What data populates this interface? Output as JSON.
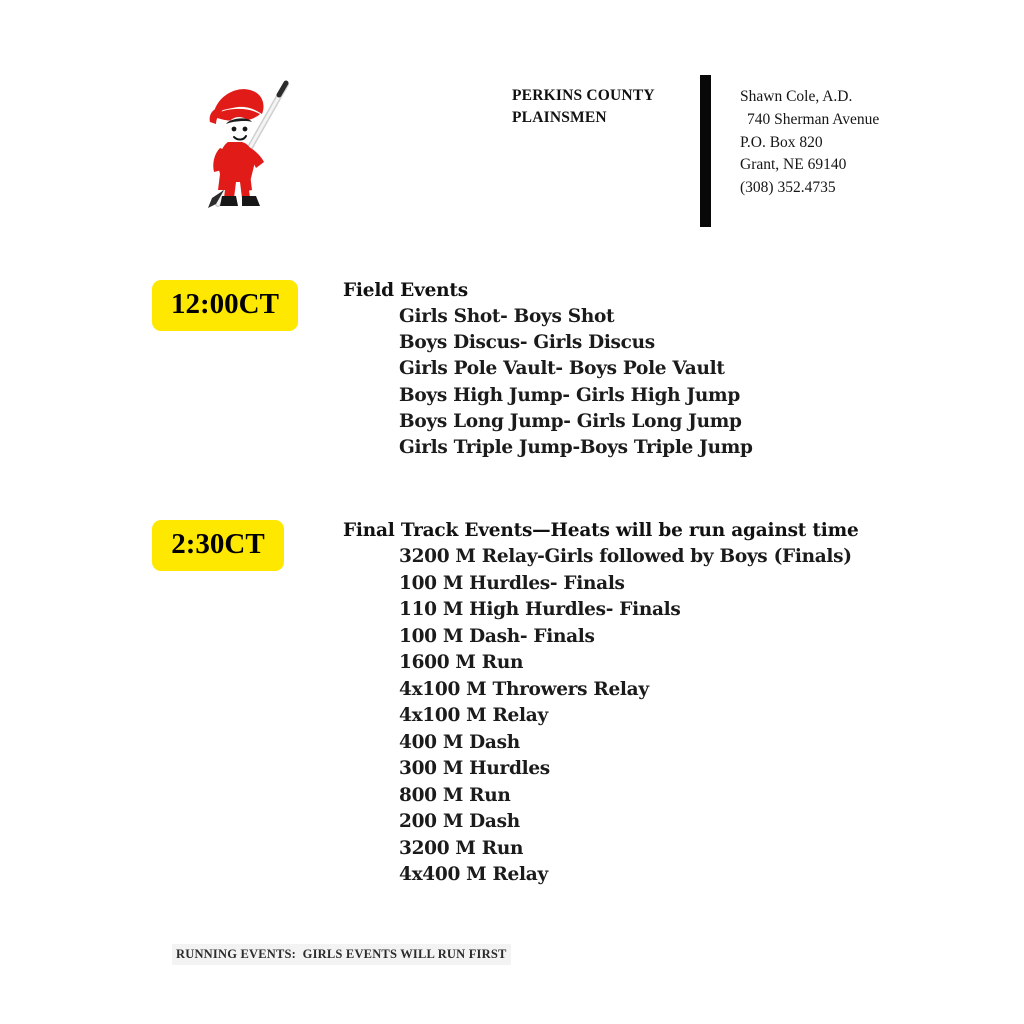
{
  "letterhead": {
    "logo_icon": "plainsman-mascot-logo",
    "org_name_line1": "PERKINS COUNTY",
    "org_name_line2": "PLAINSMEN",
    "address": {
      "name": "Shawn Cole, A.D.",
      "street": "740 Sherman Avenue",
      "po_box": "P.O. Box 820",
      "city_state_zip": "Grant, NE 69140",
      "phone": "(308) 352.4735"
    }
  },
  "schedule": {
    "field_block": {
      "time": "12:00CT",
      "heading": "Field Events",
      "events": [
        "Girls Shot- Boys Shot",
        "Boys Discus- Girls Discus",
        "Girls Pole Vault- Boys Pole Vault",
        "Boys High Jump- Girls High Jump",
        "Boys Long Jump- Girls Long Jump",
        "Girls Triple Jump-Boys Triple Jump"
      ]
    },
    "track_block": {
      "time": "2:30CT",
      "heading": "Final Track Events—Heats will be run against time",
      "events": [
        "3200 M Relay-Girls followed by Boys (Finals)",
        "100 M Hurdles- Finals",
        "110 M High Hurdles- Finals",
        "100 M Dash- Finals",
        "1600 M Run",
        "4x100 M Throwers Relay",
        "4x100 M Relay",
        "400 M Dash",
        "300 M Hurdles",
        "800 M Run",
        "200 M Dash",
        "3200 M Run",
        "4x400 M Relay"
      ]
    }
  },
  "footer": {
    "note": "RUNNING EVENTS:  GIRLS EVENTS WILL RUN FIRST"
  },
  "colors": {
    "highlight_yellow": "#ffe800",
    "logo_red": "#e01b18",
    "text_black": "#111111",
    "footer_gray": "#f3f3f3"
  }
}
